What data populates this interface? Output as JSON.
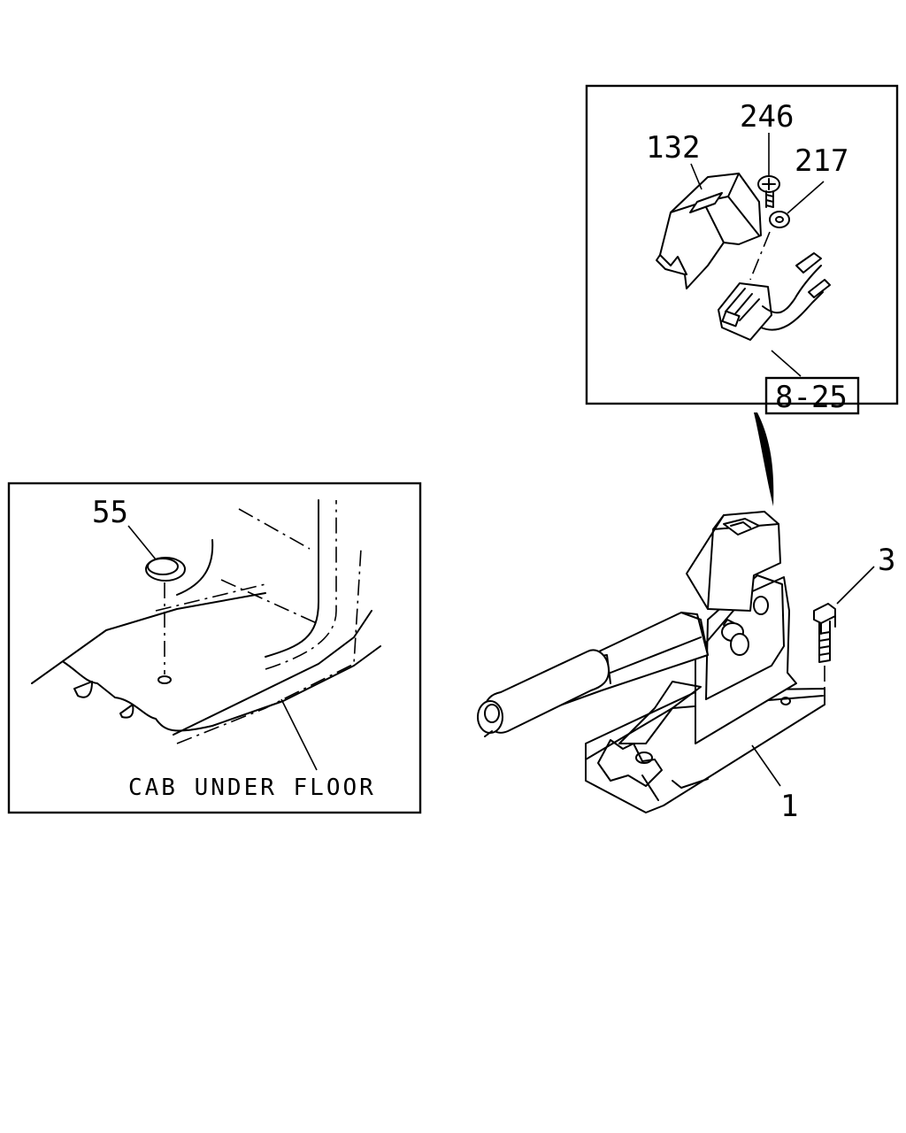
{
  "callouts": {
    "part_132": "132",
    "part_246": "246",
    "part_217": "217",
    "part_8_25": "8-25",
    "part_55": "55",
    "part_3": "3",
    "part_1": "1"
  },
  "inset_caption": "CAB UNDER FLOOR"
}
